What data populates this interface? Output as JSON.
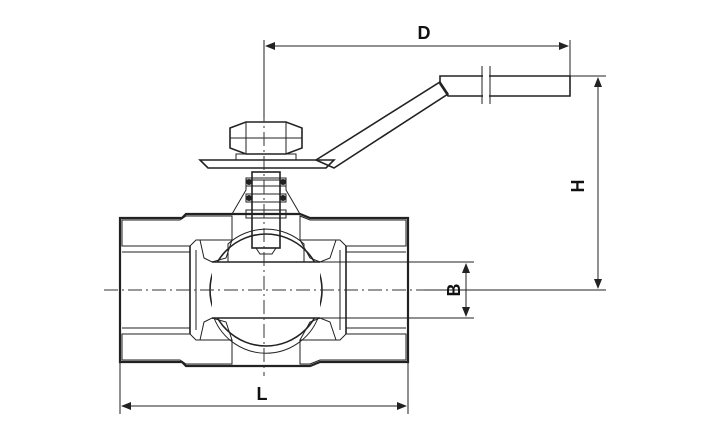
{
  "diagram": {
    "dimensions": {
      "D": "D",
      "H": "H",
      "B": "B",
      "L": "L"
    }
  }
}
